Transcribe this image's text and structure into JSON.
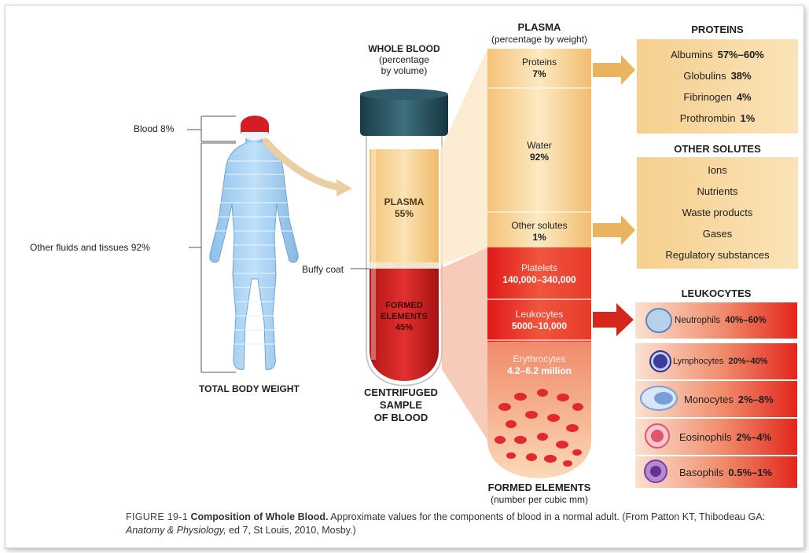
{
  "body": {
    "blood_label": "Blood 8%",
    "other_label": "Other fluids and tissues 92%",
    "caption": "TOTAL BODY WEIGHT"
  },
  "tube": {
    "title": [
      "WHOLE BLOOD",
      "(percentage",
      "by volume)"
    ],
    "plasma": [
      "PLASMA",
      "55%"
    ],
    "buffy": "Buffy coat",
    "formed": [
      "FORMED",
      "ELEMENTS",
      "45%"
    ],
    "caption": [
      "CENTRIFUGED",
      "SAMPLE",
      "OF BLOOD"
    ]
  },
  "column": {
    "title": "PLASMA",
    "subtitle": "(percentage by weight)",
    "proteins": [
      "Proteins",
      "7%"
    ],
    "water": [
      "Water",
      "92%"
    ],
    "solutes": [
      "Other solutes",
      "1%"
    ],
    "platelets": [
      "Platelets",
      "140,000–340,000"
    ],
    "leukocytes": [
      "Leukocytes",
      "5000–10,000"
    ],
    "erythrocytes": [
      "Erythrocytes",
      "4.2–6.2 million"
    ],
    "bottom_title": "FORMED ELEMENTS",
    "bottom_subtitle": "(number per cubic mm)"
  },
  "proteins": {
    "title": "PROTEINS",
    "items": [
      {
        "name": "Albumins",
        "value": "57%–60%"
      },
      {
        "name": "Globulins",
        "value": "38%"
      },
      {
        "name": "Fibrinogen",
        "value": "4%"
      },
      {
        "name": "Prothrombin",
        "value": "1%"
      }
    ]
  },
  "solutes": {
    "title": "OTHER SOLUTES",
    "items": [
      "Ions",
      "Nutrients",
      "Waste products",
      "Gases",
      "Regulatory substances"
    ]
  },
  "leukocytes": {
    "title": "LEUKOCYTES",
    "items": [
      {
        "name": "Neutrophils",
        "value": "40%–60%",
        "color": "#8fb3d9"
      },
      {
        "name": "Lymphocytes",
        "value": "20%–40%",
        "color": "#3b3d9c"
      },
      {
        "name": "Monocytes",
        "value": "2%–8%",
        "color": "#7a9fd6"
      },
      {
        "name": "Eosinophils",
        "value": "2%–4%",
        "color": "#e2556b"
      },
      {
        "name": "Basophils",
        "value": "0.5%–1%",
        "color": "#7a3fa5"
      }
    ]
  },
  "figure_caption": {
    "number": "FIGURE 19-1",
    "title": "Composition of Whole Blood.",
    "text": "Approximate values for the components of blood in a normal adult. (From Patton KT, Thibodeau GA:",
    "book": "Anatomy & Physiology,",
    "tail": "ed 7, St Louis, 2010, Mosby.)"
  },
  "colors": {
    "plasma": "#f6cf86",
    "blood": "#d11f1f",
    "body": "#9cc7ec",
    "box": "#f7d7a0",
    "cap": "#1f4f5c"
  }
}
